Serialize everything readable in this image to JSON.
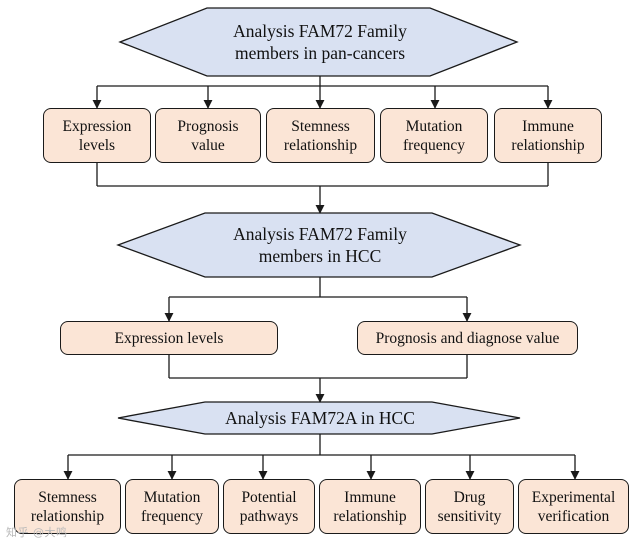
{
  "level1": {
    "title": "Analysis FAM72 Family\nmembers in pan-cancers",
    "items": [
      "Expression\nlevels",
      "Prognosis\nvalue",
      "Stemness\nrelationship",
      "Mutation\nfrequency",
      "Immune\nrelationship"
    ]
  },
  "level2": {
    "title": "Analysis FAM72 Family\nmembers in HCC",
    "items": [
      "Expression levels",
      "Prognosis and diagnose value"
    ]
  },
  "level3": {
    "title": "Analysis FAM72A in HCC",
    "items": [
      "Stemness\nrelationship",
      "Mutation\nfrequency",
      "Potential\npathways",
      "Immune\nrelationship",
      "Drug\nsensitivity",
      "Experimental\nverification"
    ]
  },
  "colors": {
    "hexagon_fill": "#d9e1f2",
    "box_fill": "#fbe5d6",
    "stroke": "#1a1a1a"
  },
  "watermark": "知乎 @大鸣"
}
